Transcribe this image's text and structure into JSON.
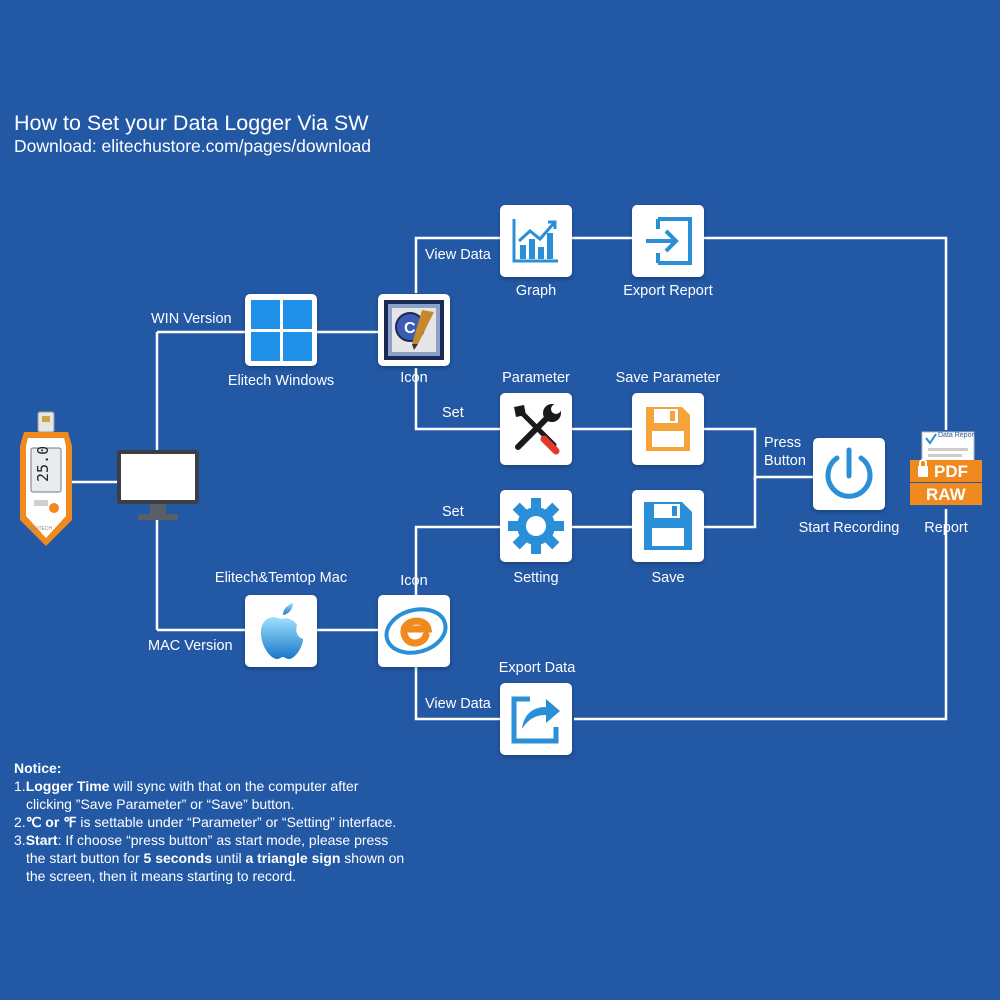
{
  "header": {
    "title": "How to Set your Data Logger Via SW",
    "subtitle": "Download: elitechustore.com/pages/download"
  },
  "branches": {
    "win": "WIN Version",
    "mac": "MAC Version"
  },
  "nodes": {
    "win_app": "Elitech Windows",
    "win_icon": "Icon",
    "graph": "Graph",
    "export_report": "Export Report",
    "parameter": "Parameter",
    "save_parameter": "Save Parameter",
    "mac_app": "Elitech&Temtop Mac",
    "mac_icon": "Icon",
    "setting": "Setting",
    "save": "Save",
    "export_data": "Export Data",
    "start_recording": "Start Recording",
    "report": "Report"
  },
  "edges": {
    "view_data_win": "View Data",
    "set_win": "Set",
    "set_mac": "Set",
    "view_data_mac": "View Data",
    "press_button": "Press\nButton"
  },
  "report_badge": {
    "doc_label": "Data Report",
    "pdf": "PDF",
    "raw": "RAW"
  },
  "device": {
    "display_value": "25.0",
    "brand": "ELITECH"
  },
  "notice": {
    "heading": "Notice:",
    "item1_lead": "1.",
    "item1_bold": "Logger Time",
    "item1_text": " will sync with that on the computer after",
    "item1_cont": "clicking ”Save Parameter” or “Save” button.",
    "item2_lead": "2.",
    "item2_bold": "℃ or ℉",
    "item2_text": " is settable under “Parameter” or “Setting” interface.",
    "item3_lead": "3.",
    "item3_bold": "Start",
    "item3_text": ": If choose “press button” as start mode, please press",
    "item3_cont_a": "the start button for ",
    "item3_bold2": "5 seconds",
    "item3_cont_b": " until ",
    "item3_bold3": "a triangle sign",
    "item3_cont_c": " shown on",
    "item3_cont2": "the screen, then it means starting to record."
  },
  "colors": {
    "background": "#2358a5",
    "icon_blue": "#2a8fd6",
    "windows_blue": "#1e90e8",
    "orange": "#f08a1e",
    "dark": "#1a1a1a"
  }
}
